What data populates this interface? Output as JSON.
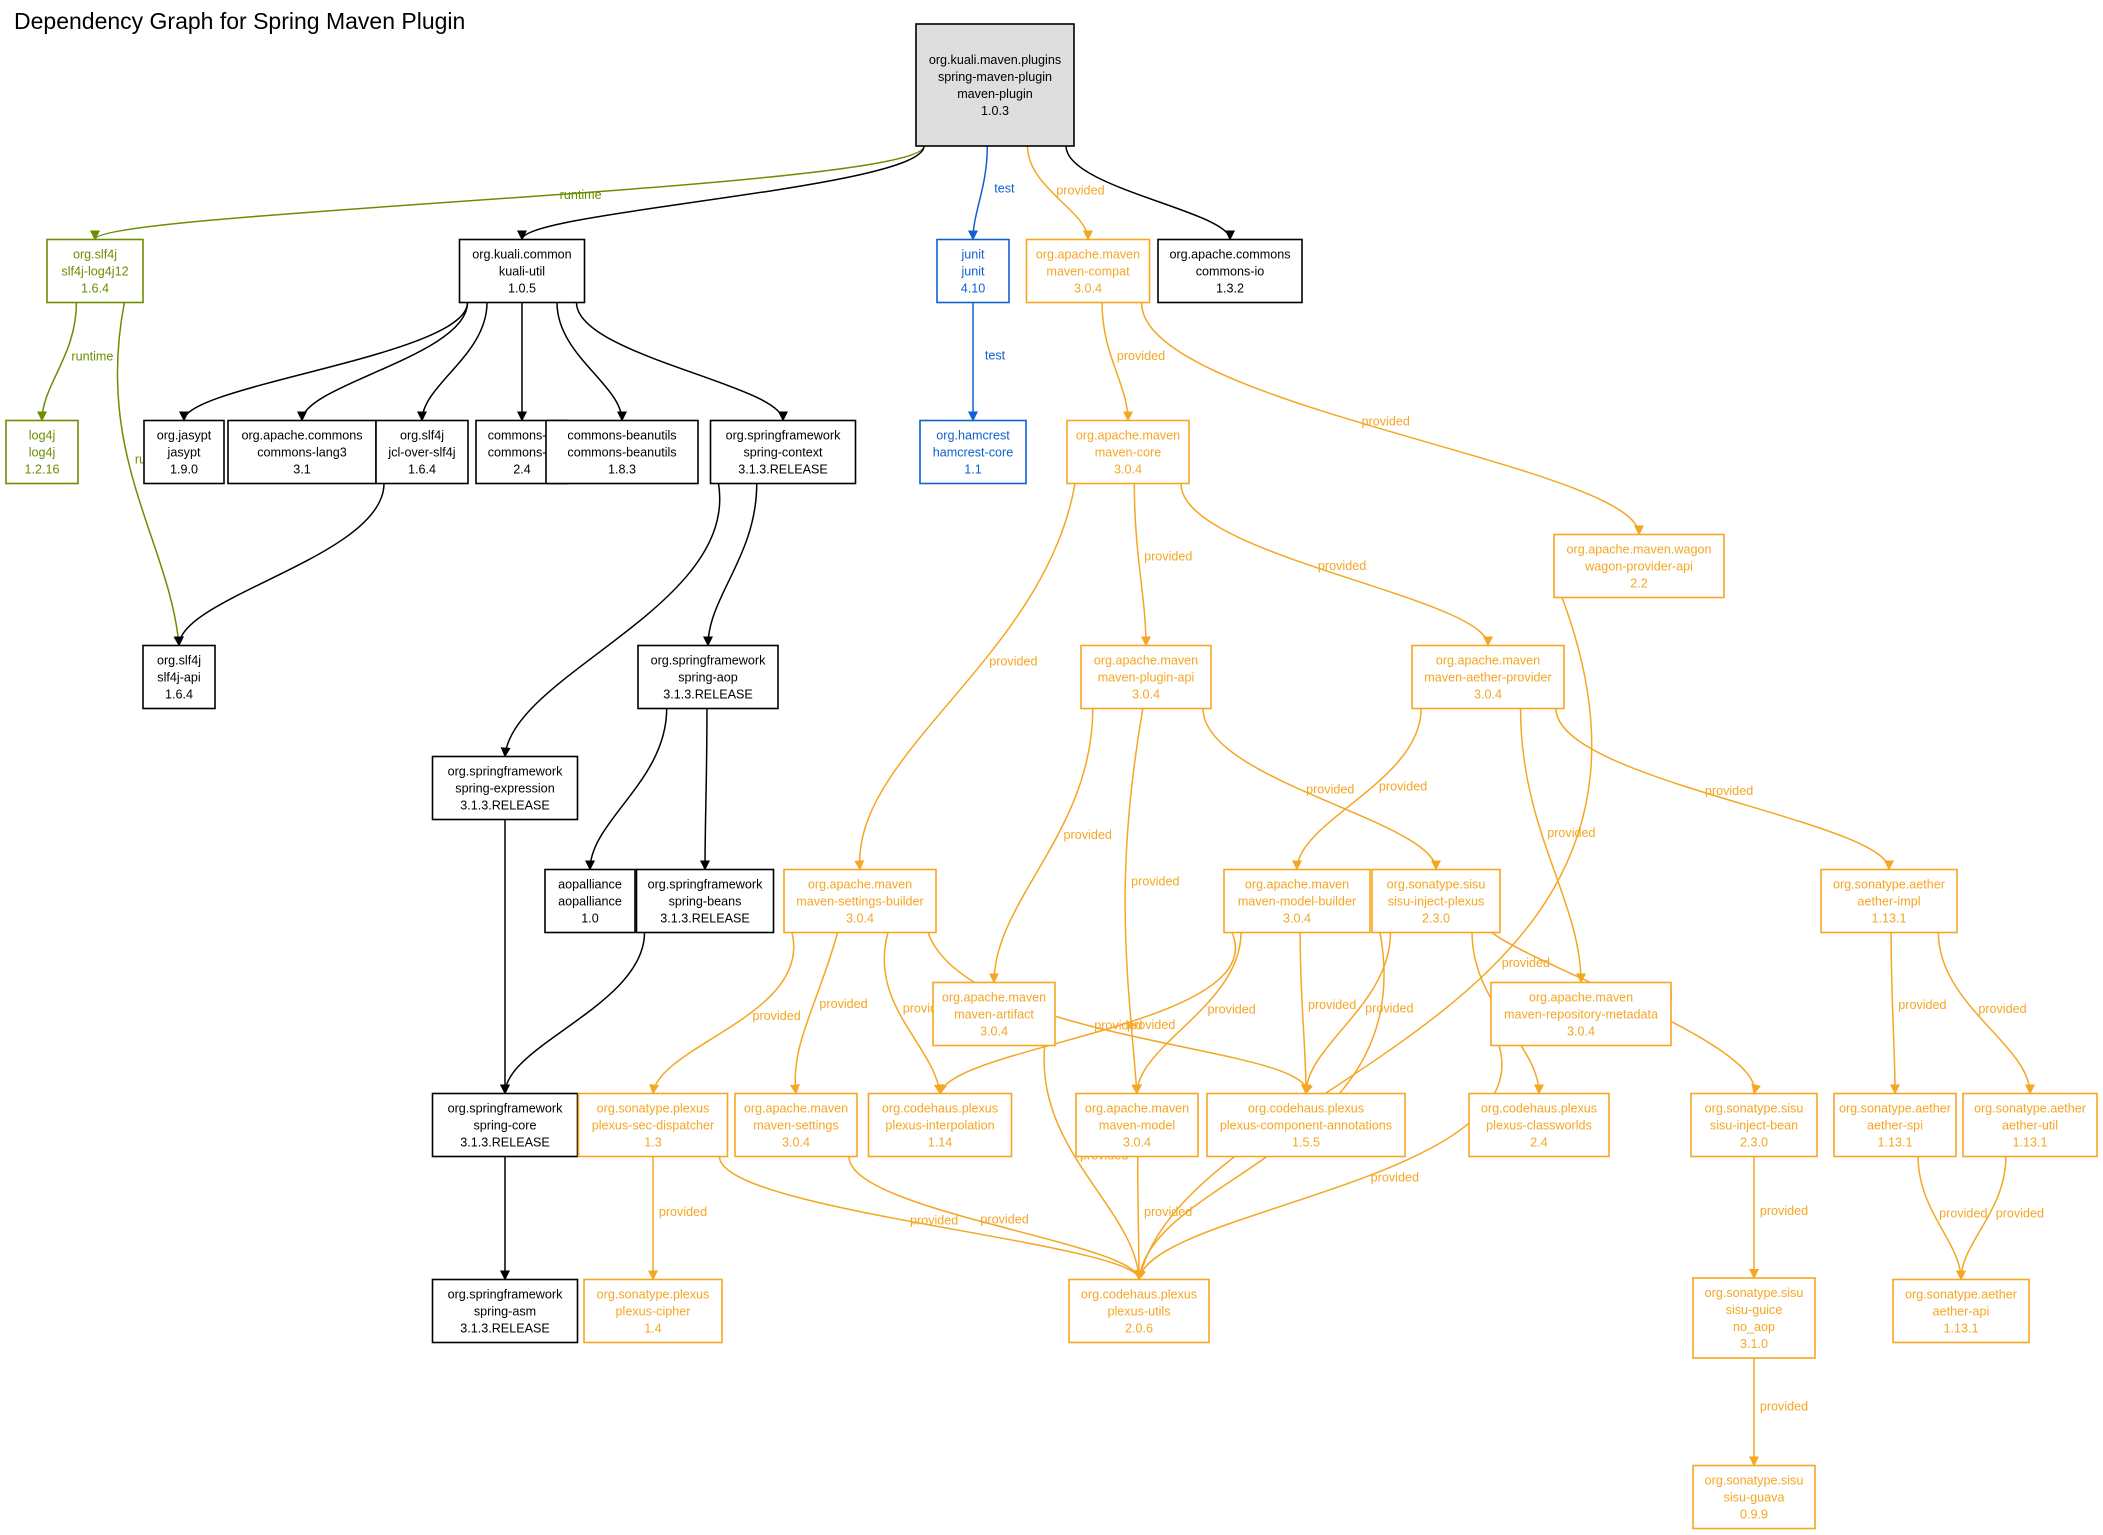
{
  "title": "Dependency Graph for Spring Maven Plugin",
  "colors": {
    "compile": "#000000",
    "runtime": "#6b8e00",
    "test": "#1060d0",
    "provided": "#f5a623",
    "root_fill": "#dedede"
  },
  "nodes": [
    {
      "id": "root",
      "scope": "root",
      "lines": [
        "org.kuali.maven.plugins",
        "spring-maven-plugin",
        "maven-plugin",
        "1.0.3"
      ]
    },
    {
      "id": "slf4j-log4j12",
      "scope": "runtime",
      "lines": [
        "org.slf4j",
        "slf4j-log4j12",
        "1.6.4"
      ]
    },
    {
      "id": "kuali-util",
      "scope": "compile",
      "lines": [
        "org.kuali.common",
        "kuali-util",
        "1.0.5"
      ]
    },
    {
      "id": "junit",
      "scope": "test",
      "lines": [
        "junit",
        "junit",
        "4.10"
      ]
    },
    {
      "id": "maven-compat",
      "scope": "provided",
      "lines": [
        "org.apache.maven",
        "maven-compat",
        "3.0.4"
      ]
    },
    {
      "id": "commons-io-132",
      "scope": "compile",
      "lines": [
        "org.apache.commons",
        "commons-io",
        "1.3.2"
      ]
    },
    {
      "id": "log4j",
      "scope": "runtime",
      "lines": [
        "log4j",
        "log4j",
        "1.2.16"
      ]
    },
    {
      "id": "jasypt",
      "scope": "compile",
      "lines": [
        "org.jasypt",
        "jasypt",
        "1.9.0"
      ]
    },
    {
      "id": "commons-lang3",
      "scope": "compile",
      "lines": [
        "org.apache.commons",
        "commons-lang3",
        "3.1"
      ]
    },
    {
      "id": "jcl-over-slf4j",
      "scope": "compile",
      "lines": [
        "org.slf4j",
        "jcl-over-slf4j",
        "1.6.4"
      ]
    },
    {
      "id": "commons-io-24",
      "scope": "compile",
      "lines": [
        "commons-io",
        "commons-io",
        "2.4"
      ]
    },
    {
      "id": "commons-beanutils",
      "scope": "compile",
      "lines": [
        "commons-beanutils",
        "commons-beanutils",
        "1.8.3"
      ]
    },
    {
      "id": "spring-context",
      "scope": "compile",
      "lines": [
        "org.springframework",
        "spring-context",
        "3.1.3.RELEASE"
      ]
    },
    {
      "id": "hamcrest",
      "scope": "test",
      "lines": [
        "org.hamcrest",
        "hamcrest-core",
        "1.1"
      ]
    },
    {
      "id": "maven-core",
      "scope": "provided",
      "lines": [
        "org.apache.maven",
        "maven-core",
        "3.0.4"
      ]
    },
    {
      "id": "wagon-provider-api",
      "scope": "provided",
      "lines": [
        "org.apache.maven.wagon",
        "wagon-provider-api",
        "2.2"
      ]
    },
    {
      "id": "slf4j-api",
      "scope": "compile",
      "lines": [
        "org.slf4j",
        "slf4j-api",
        "1.6.4"
      ]
    },
    {
      "id": "spring-aop",
      "scope": "compile",
      "lines": [
        "org.springframework",
        "spring-aop",
        "3.1.3.RELEASE"
      ]
    },
    {
      "id": "maven-plugin-api",
      "scope": "provided",
      "lines": [
        "org.apache.maven",
        "maven-plugin-api",
        "3.0.4"
      ]
    },
    {
      "id": "maven-aether-provider",
      "scope": "provided",
      "lines": [
        "org.apache.maven",
        "maven-aether-provider",
        "3.0.4"
      ]
    },
    {
      "id": "spring-expression",
      "scope": "compile",
      "lines": [
        "org.springframework",
        "spring-expression",
        "3.1.3.RELEASE"
      ]
    },
    {
      "id": "aopalliance",
      "scope": "compile",
      "lines": [
        "aopalliance",
        "aopalliance",
        "1.0"
      ]
    },
    {
      "id": "spring-beans",
      "scope": "compile",
      "lines": [
        "org.springframework",
        "spring-beans",
        "3.1.3.RELEASE"
      ]
    },
    {
      "id": "maven-settings-builder",
      "scope": "provided",
      "lines": [
        "org.apache.maven",
        "maven-settings-builder",
        "3.0.4"
      ]
    },
    {
      "id": "maven-model-builder",
      "scope": "provided",
      "lines": [
        "org.apache.maven",
        "maven-model-builder",
        "3.0.4"
      ]
    },
    {
      "id": "sisu-inject-plexus",
      "scope": "provided",
      "lines": [
        "org.sonatype.sisu",
        "sisu-inject-plexus",
        "2.3.0"
      ]
    },
    {
      "id": "aether-impl",
      "scope": "provided",
      "lines": [
        "org.sonatype.aether",
        "aether-impl",
        "1.13.1"
      ]
    },
    {
      "id": "maven-artifact",
      "scope": "provided",
      "lines": [
        "org.apache.maven",
        "maven-artifact",
        "3.0.4"
      ]
    },
    {
      "id": "maven-repository-metadata",
      "scope": "provided",
      "lines": [
        "org.apache.maven",
        "maven-repository-metadata",
        "3.0.4"
      ]
    },
    {
      "id": "spring-core",
      "scope": "compile",
      "lines": [
        "org.springframework",
        "spring-core",
        "3.1.3.RELEASE"
      ]
    },
    {
      "id": "plexus-sec-dispatcher",
      "scope": "provided",
      "lines": [
        "org.sonatype.plexus",
        "plexus-sec-dispatcher",
        "1.3"
      ]
    },
    {
      "id": "maven-settings",
      "scope": "provided",
      "lines": [
        "org.apache.maven",
        "maven-settings",
        "3.0.4"
      ]
    },
    {
      "id": "plexus-interpolation",
      "scope": "provided",
      "lines": [
        "org.codehaus.plexus",
        "plexus-interpolation",
        "1.14"
      ]
    },
    {
      "id": "maven-model",
      "scope": "provided",
      "lines": [
        "org.apache.maven",
        "maven-model",
        "3.0.4"
      ]
    },
    {
      "id": "plexus-component-annotations",
      "scope": "provided",
      "lines": [
        "org.codehaus.plexus",
        "plexus-component-annotations",
        "1.5.5"
      ]
    },
    {
      "id": "plexus-classworlds",
      "scope": "provided",
      "lines": [
        "org.codehaus.plexus",
        "plexus-classworlds",
        "2.4"
      ]
    },
    {
      "id": "sisu-inject-bean",
      "scope": "provided",
      "lines": [
        "org.sonatype.sisu",
        "sisu-inject-bean",
        "2.3.0"
      ]
    },
    {
      "id": "aether-spi",
      "scope": "provided",
      "lines": [
        "org.sonatype.aether",
        "aether-spi",
        "1.13.1"
      ]
    },
    {
      "id": "aether-util",
      "scope": "provided",
      "lines": [
        "org.sonatype.aether",
        "aether-util",
        "1.13.1"
      ]
    },
    {
      "id": "spring-asm",
      "scope": "compile",
      "lines": [
        "org.springframework",
        "spring-asm",
        "3.1.3.RELEASE"
      ]
    },
    {
      "id": "plexus-cipher",
      "scope": "provided",
      "lines": [
        "org.sonatype.plexus",
        "plexus-cipher",
        "1.4"
      ]
    },
    {
      "id": "plexus-utils",
      "scope": "provided",
      "lines": [
        "org.codehaus.plexus",
        "plexus-utils",
        "2.0.6"
      ]
    },
    {
      "id": "sisu-guice",
      "scope": "provided",
      "lines": [
        "org.sonatype.sisu",
        "sisu-guice",
        "no_aop",
        "3.1.0"
      ]
    },
    {
      "id": "aether-api",
      "scope": "provided",
      "lines": [
        "org.sonatype.aether",
        "aether-api",
        "1.13.1"
      ]
    },
    {
      "id": "sisu-guava",
      "scope": "provided",
      "lines": [
        "org.sonatype.sisu",
        "sisu-guava",
        "0.9.9"
      ]
    }
  ],
  "edges": [
    {
      "from": "root",
      "to": "slf4j-log4j12",
      "scope": "runtime",
      "label": "runtime"
    },
    {
      "from": "root",
      "to": "kuali-util",
      "scope": "compile",
      "label": ""
    },
    {
      "from": "root",
      "to": "junit",
      "scope": "test",
      "label": "test"
    },
    {
      "from": "root",
      "to": "maven-compat",
      "scope": "provided",
      "label": "provided"
    },
    {
      "from": "root",
      "to": "commons-io-132",
      "scope": "compile",
      "label": ""
    },
    {
      "from": "slf4j-log4j12",
      "to": "log4j",
      "scope": "runtime",
      "label": "runtime"
    },
    {
      "from": "slf4j-log4j12",
      "to": "slf4j-api",
      "scope": "runtime",
      "label": "runtime"
    },
    {
      "from": "kuali-util",
      "to": "jasypt",
      "scope": "compile",
      "label": ""
    },
    {
      "from": "kuali-util",
      "to": "commons-lang3",
      "scope": "compile",
      "label": ""
    },
    {
      "from": "kuali-util",
      "to": "jcl-over-slf4j",
      "scope": "compile",
      "label": ""
    },
    {
      "from": "kuali-util",
      "to": "commons-io-24",
      "scope": "compile",
      "label": ""
    },
    {
      "from": "kuali-util",
      "to": "commons-beanutils",
      "scope": "compile",
      "label": ""
    },
    {
      "from": "kuali-util",
      "to": "spring-context",
      "scope": "compile",
      "label": ""
    },
    {
      "from": "junit",
      "to": "hamcrest",
      "scope": "test",
      "label": "test"
    },
    {
      "from": "maven-compat",
      "to": "maven-core",
      "scope": "provided",
      "label": "provided"
    },
    {
      "from": "maven-compat",
      "to": "wagon-provider-api",
      "scope": "provided",
      "label": "provided"
    },
    {
      "from": "jcl-over-slf4j",
      "to": "slf4j-api",
      "scope": "compile",
      "label": ""
    },
    {
      "from": "spring-context",
      "to": "spring-aop",
      "scope": "compile",
      "label": ""
    },
    {
      "from": "spring-context",
      "to": "spring-expression",
      "scope": "compile",
      "label": ""
    },
    {
      "from": "maven-core",
      "to": "maven-plugin-api",
      "scope": "provided",
      "label": "provided"
    },
    {
      "from": "maven-core",
      "to": "maven-aether-provider",
      "scope": "provided",
      "label": "provided"
    },
    {
      "from": "maven-core",
      "to": "maven-settings-builder",
      "scope": "provided",
      "label": "provided"
    },
    {
      "from": "wagon-provider-api",
      "to": "plexus-utils",
      "scope": "provided",
      "label": "provided"
    },
    {
      "from": "spring-aop",
      "to": "aopalliance",
      "scope": "compile",
      "label": ""
    },
    {
      "from": "spring-aop",
      "to": "spring-beans",
      "scope": "compile",
      "label": ""
    },
    {
      "from": "maven-plugin-api",
      "to": "maven-artifact",
      "scope": "provided",
      "label": "provided"
    },
    {
      "from": "maven-plugin-api",
      "to": "sisu-inject-plexus",
      "scope": "provided",
      "label": "provided"
    },
    {
      "from": "maven-plugin-api",
      "to": "maven-model",
      "scope": "provided",
      "label": "provided"
    },
    {
      "from": "maven-aether-provider",
      "to": "maven-model-builder",
      "scope": "provided",
      "label": "provided"
    },
    {
      "from": "maven-aether-provider",
      "to": "maven-repository-metadata",
      "scope": "provided",
      "label": "provided"
    },
    {
      "from": "maven-aether-provider",
      "to": "aether-impl",
      "scope": "provided",
      "label": "provided"
    },
    {
      "from": "spring-expression",
      "to": "spring-core",
      "scope": "compile",
      "label": ""
    },
    {
      "from": "spring-beans",
      "to": "spring-core",
      "scope": "compile",
      "label": ""
    },
    {
      "from": "maven-settings-builder",
      "to": "plexus-sec-dispatcher",
      "scope": "provided",
      "label": "provided"
    },
    {
      "from": "maven-settings-builder",
      "to": "maven-settings",
      "scope": "provided",
      "label": "provided"
    },
    {
      "from": "maven-settings-builder",
      "to": "plexus-interpolation",
      "scope": "provided",
      "label": "provided"
    },
    {
      "from": "maven-settings-builder",
      "to": "plexus-component-annotations",
      "scope": "provided",
      "label": "provided"
    },
    {
      "from": "maven-model-builder",
      "to": "plexus-interpolation",
      "scope": "provided",
      "label": "provided"
    },
    {
      "from": "maven-model-builder",
      "to": "maven-model",
      "scope": "provided",
      "label": "provided"
    },
    {
      "from": "maven-model-builder",
      "to": "plexus-component-annotations",
      "scope": "provided",
      "label": "provided"
    },
    {
      "from": "sisu-inject-plexus",
      "to": "plexus-component-annotations",
      "scope": "provided",
      "label": "provided"
    },
    {
      "from": "sisu-inject-plexus",
      "to": "plexus-classworlds",
      "scope": "provided",
      "label": "provided"
    },
    {
      "from": "sisu-inject-plexus",
      "to": "plexus-utils",
      "scope": "provided",
      "label": "provided"
    },
    {
      "from": "sisu-inject-plexus",
      "to": "sisu-inject-bean",
      "scope": "provided",
      "label": "provided"
    },
    {
      "from": "aether-impl",
      "to": "aether-spi",
      "scope": "provided",
      "label": "provided"
    },
    {
      "from": "aether-impl",
      "to": "aether-util",
      "scope": "provided",
      "label": "provided"
    },
    {
      "from": "maven-artifact",
      "to": "plexus-utils",
      "scope": "provided",
      "label": "provided"
    },
    {
      "from": "maven-repository-metadata",
      "to": "plexus-utils",
      "scope": "provided",
      "label": "provided"
    },
    {
      "from": "spring-core",
      "to": "spring-asm",
      "scope": "compile",
      "label": ""
    },
    {
      "from": "plexus-sec-dispatcher",
      "to": "plexus-cipher",
      "scope": "provided",
      "label": "provided"
    },
    {
      "from": "plexus-sec-dispatcher",
      "to": "plexus-utils",
      "scope": "provided",
      "label": "provided"
    },
    {
      "from": "maven-settings",
      "to": "plexus-utils",
      "scope": "provided",
      "label": "provided"
    },
    {
      "from": "maven-model",
      "to": "plexus-utils",
      "scope": "provided",
      "label": "provided"
    },
    {
      "from": "sisu-inject-bean",
      "to": "sisu-guice",
      "scope": "provided",
      "label": "provided"
    },
    {
      "from": "aether-spi",
      "to": "aether-api",
      "scope": "provided",
      "label": "provided"
    },
    {
      "from": "aether-util",
      "to": "aether-api",
      "scope": "provided",
      "label": "provided"
    },
    {
      "from": "sisu-guice",
      "to": "sisu-guava",
      "scope": "provided",
      "label": "provided"
    }
  ]
}
